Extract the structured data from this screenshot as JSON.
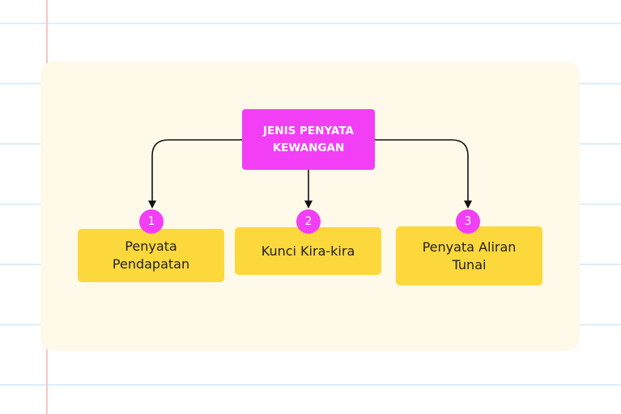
{
  "diagram": {
    "root": {
      "label": "JENIS PENYATA\nKEWANGAN"
    },
    "children": [
      {
        "number": "1",
        "label": "Penyata Pendapatan"
      },
      {
        "number": "2",
        "label": "Kunci Kira-kira"
      },
      {
        "number": "3",
        "label": "Penyata Aliran Tunai"
      }
    ]
  },
  "colors": {
    "root_fill": "#f23ef5",
    "child_fill": "#fdd83d",
    "card_fill": "#fef9e8",
    "line": "#111111"
  }
}
